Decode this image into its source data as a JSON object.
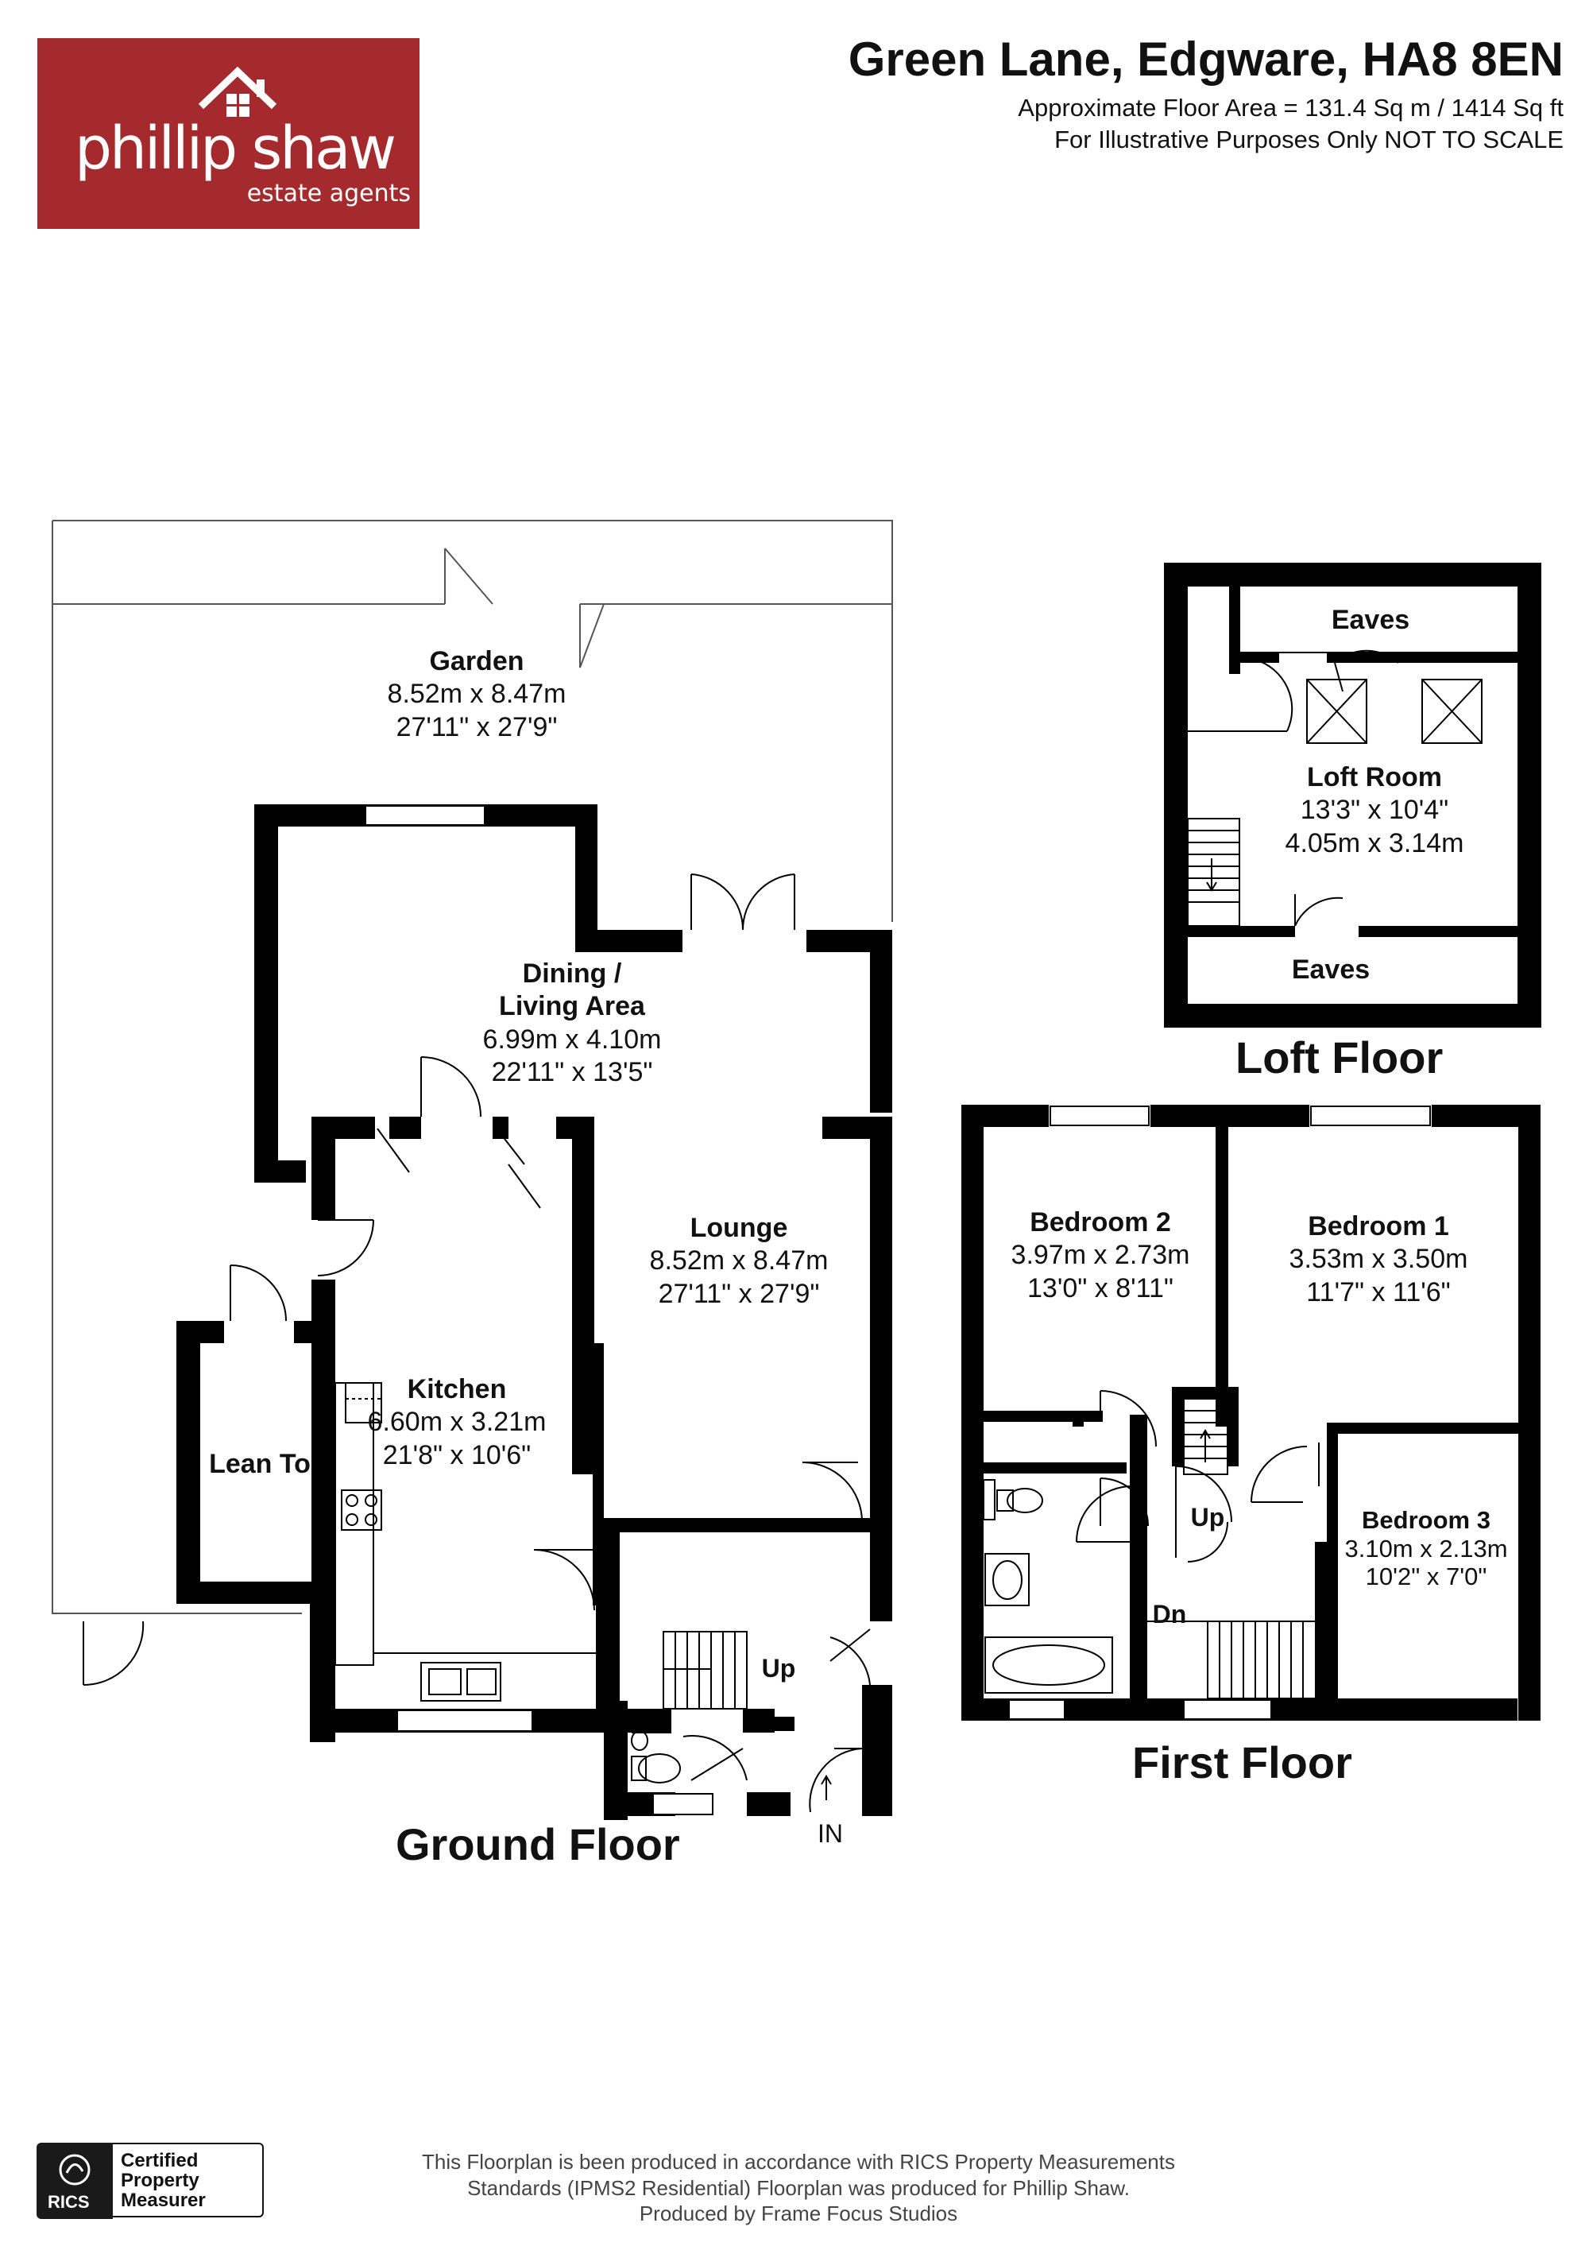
{
  "brand": {
    "name": "phillip shaw",
    "tagline": "estate agents",
    "color": "#a52a2e"
  },
  "header": {
    "title": "Green Lane, Edgware, HA8 8EN",
    "area": "Approximate Floor Area = 131.4 Sq m / 1414 Sq ft",
    "disclaimer": "For Illustrative Purposes Only NOT TO SCALE"
  },
  "floors": {
    "ground": "Ground Floor",
    "first": "First Floor",
    "loft": "Loft Floor"
  },
  "rooms": {
    "garden": {
      "name": "Garden",
      "metric": "8.52m x 8.47m",
      "imperial": "27'11\" x 27'9\""
    },
    "dining": {
      "name1": "Dining /",
      "name2": "Living Area",
      "metric": "6.99m x 4.10m",
      "imperial": "22'11\" x 13'5\""
    },
    "lounge": {
      "name": "Lounge",
      "metric": "8.52m x 8.47m",
      "imperial": "27'11\" x 27'9\""
    },
    "kitchen": {
      "name": "Kitchen",
      "metric": "6.60m x 3.21m",
      "imperial": "21'8\" x 10'6\""
    },
    "lean_to": {
      "name": "Lean To"
    },
    "bedroom2": {
      "name": "Bedroom 2",
      "metric": "3.97m x 2.73m",
      "imperial": "13'0\" x 8'11\""
    },
    "bedroom1": {
      "name": "Bedroom 1",
      "metric": "3.53m x 3.50m",
      "imperial": "11'7\" x 11'6\""
    },
    "bedroom3": {
      "name": "Bedroom 3",
      "metric": "3.10m x 2.13m",
      "imperial": "10'2\" x 7'0\""
    },
    "loft_room": {
      "name": "Loft Room",
      "imperial": "13'3\" x 10'4\"",
      "metric": "4.05m x 3.14m"
    },
    "eaves_top": {
      "name": "Eaves"
    },
    "eaves_bottom": {
      "name": "Eaves"
    }
  },
  "stairs": {
    "ground_up": "Up",
    "first_up": "Up",
    "first_dn": "Dn",
    "entrance": "IN"
  },
  "footer": {
    "line1": "This Floorplan is been produced in accordance with RICS Property Measurements",
    "line2": "Standards (IPMS2 Residential) Floorplan was produced for Phillip Shaw.",
    "line3": "Produced by Frame Focus Studios"
  },
  "rics": {
    "word": "RICS",
    "line1": "Certified",
    "line2": "Property",
    "line3": "Measurer"
  }
}
